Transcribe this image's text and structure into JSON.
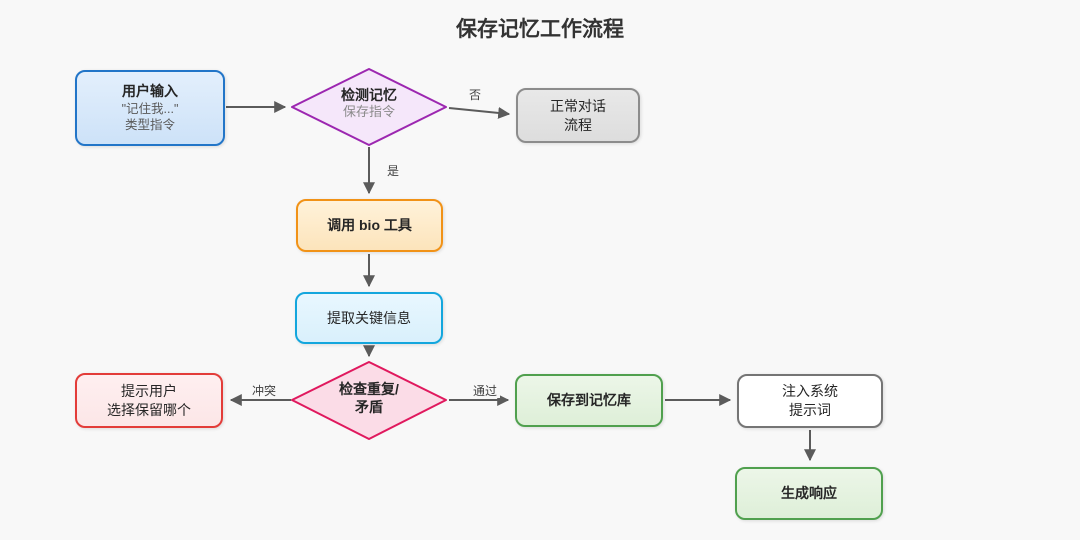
{
  "title": "保存记忆工作流程",
  "nodes": {
    "user_input": {
      "title": "用户输入",
      "line2": "\"记住我...\"",
      "line3": "类型指令"
    },
    "detect_memory": {
      "title": "检测记忆",
      "subtitle": "保存指令"
    },
    "normal_flow": {
      "line1": "正常对话",
      "line2": "流程"
    },
    "call_bio": {
      "label": "调用 bio 工具"
    },
    "extract_info": {
      "label": "提取关键信息"
    },
    "check_conflict": {
      "line1": "检查重复/",
      "line2": "矛盾"
    },
    "prompt_user": {
      "line1": "提示用户",
      "line2": "选择保留哪个"
    },
    "save_memory": {
      "label": "保存到记忆库"
    },
    "inject_prompt": {
      "line1": "注入系统",
      "line2": "提示词"
    },
    "generate_response": {
      "label": "生成响应"
    }
  },
  "edge_labels": {
    "no": "否",
    "yes": "是",
    "conflict": "冲突",
    "pass": "通过"
  },
  "palette": {
    "canvas_bg": "#f8f8f8",
    "title_color": "#333333",
    "arrow": "#5b5b5b",
    "user_input": {
      "fill": "#d9e9fa",
      "border": "#2275c8"
    },
    "detect_memory": {
      "fill": "#f5e7fa",
      "border": "#9c27b0"
    },
    "normal_flow": {
      "fill": "#e2e2e2",
      "border": "#8c8c8c"
    },
    "call_bio": {
      "fill": "#feeccb",
      "border": "#f19217"
    },
    "extract_info": {
      "fill": "#e0f3fd",
      "border": "#13a6dd"
    },
    "check_conflict": {
      "fill": "#fbdce7",
      "border": "#e0195e"
    },
    "prompt_user": {
      "fill": "#fdecec",
      "border": "#e33c39"
    },
    "save_memory": {
      "fill": "#e5f2e1",
      "border": "#50a04e"
    },
    "inject_prompt": {
      "fill": "#ffffff",
      "border": "#757575"
    },
    "generate_response": {
      "fill": "#e5f2e1",
      "border": "#50a04e"
    }
  }
}
